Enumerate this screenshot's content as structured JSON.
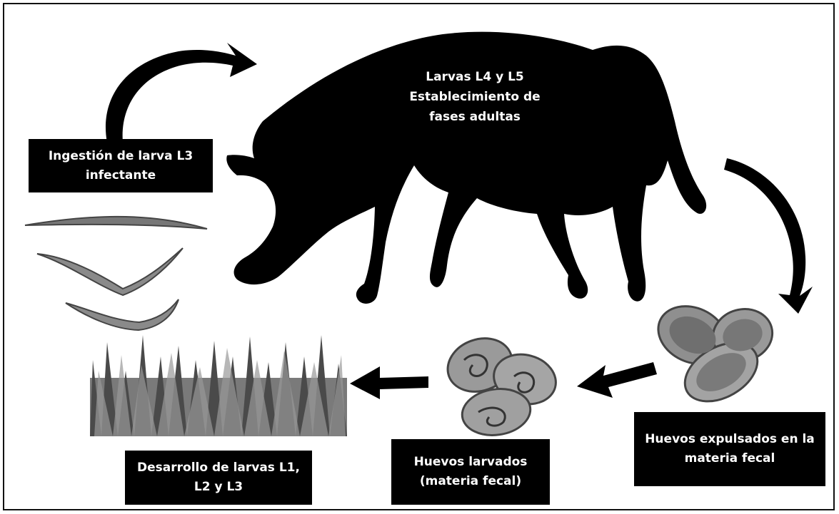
{
  "labels": {
    "horse": "Larvas L4 y L5\nEstablecimiento de\nfases adultas",
    "ingestion": "Ingestión de larva L3\ninfectante",
    "expelled": "Huevos expulsados en la\nmateria fecal",
    "larvated": "Huevos larvados\n(materia fecal)",
    "development": "Desarrollo de larvas L1,\nL2 y L3"
  },
  "colors": {
    "background": "#ffffff",
    "box": "#000000",
    "box_text": "#ffffff",
    "silhouette": "#000000",
    "grass": "#6b6b6b",
    "egg_shell": "#9a9a9a"
  }
}
